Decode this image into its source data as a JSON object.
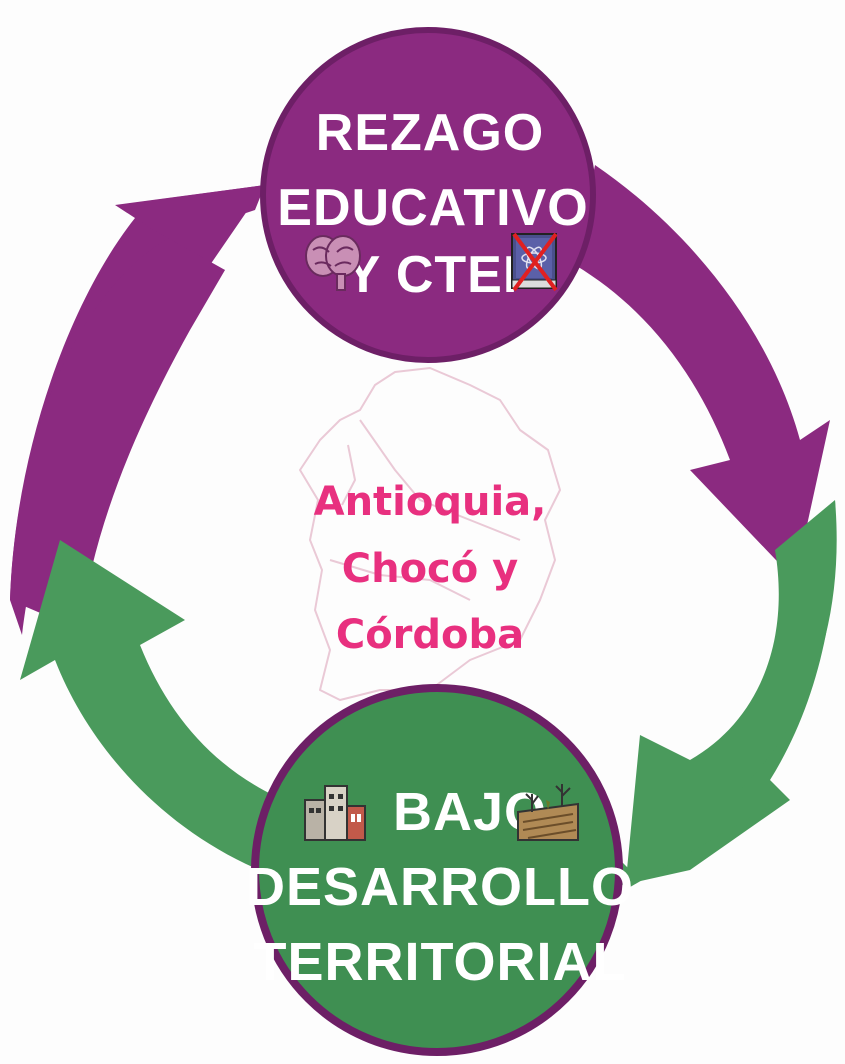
{
  "top_circle": {
    "lines": [
      "REZAGO",
      "EDUCATIVO",
      "Y CTEI"
    ],
    "icons": [
      "brain-icon",
      "crossed-out-science-book-icon"
    ],
    "color": "#8b2a80"
  },
  "bottom_circle": {
    "lines": [
      "BAJO",
      "DESARROLLO",
      "TERRITORIAL"
    ],
    "icons": [
      "city-buildings-icon",
      "dry-farmland-icon"
    ],
    "color": "#3f8f52"
  },
  "center": {
    "lines": [
      "Antioquia,",
      "Chocó y",
      "Córdoba"
    ],
    "color": "#e8307f",
    "background": "faint-map-outline"
  },
  "colors": {
    "purple_arrow": "#8b2a80",
    "green_arrow": "#4a9a5c",
    "circle_border": "#6d1f66"
  }
}
